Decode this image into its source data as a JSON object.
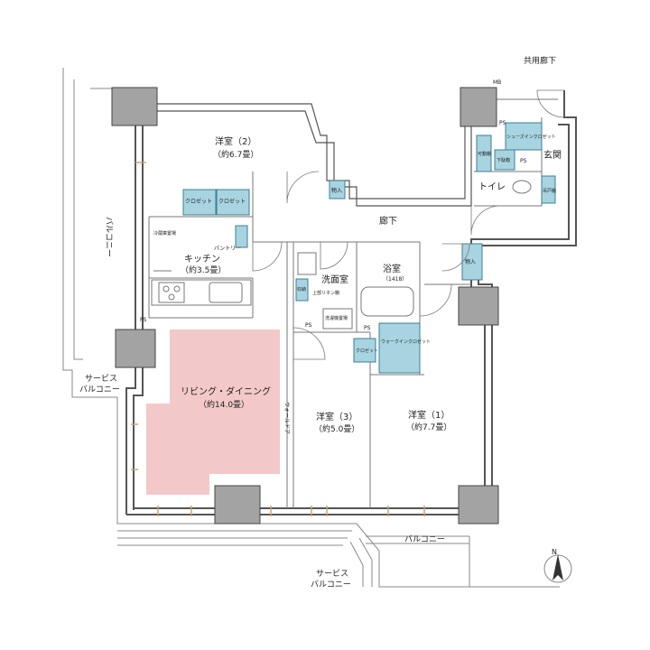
{
  "colors": {
    "living_highlight": "#f3c8c8",
    "storage_fill": "#a7d4e0",
    "pillar_fill": "#a3a3a3",
    "wall_stroke": "#555555"
  },
  "labels": {
    "shared_corridor": "共用廊下",
    "mb": "MB",
    "ps": "PS",
    "entrance": "玄関",
    "shoes_closet": "シューズインクロゼット",
    "kado_dana": "可動棚",
    "geta_dana": "下駄箱",
    "toilet": "トイレ",
    "tsuri_dana": "吊戸棚",
    "monoire": "物入",
    "corridor": "廊下",
    "western_room_2": "洋室（2）",
    "western_room_2_area": "（約6.7畳）",
    "closet_a": "クロゼット",
    "closet_b": "クロゼット",
    "fridge_space": "冷蔵庫置場",
    "pantry": "パントリー",
    "kitchen": "キッチン",
    "kitchen_area": "（約3.5畳）",
    "balcony_west": "バルコニー",
    "service_balcony_west_1": "サービス",
    "service_balcony_west_2": "バルコニー",
    "washroom": "洗面室",
    "linen_shelf": "上部リネン棚",
    "washer_space": "洗濯機置場",
    "dry_storage": "収納",
    "bathroom": "浴室",
    "bathroom_size": "（1418）",
    "walk_in_closet": "ウォークインクロゼット",
    "closet_small": "クロゼット",
    "living_dining": "リビング・ダイニング",
    "living_dining_area": "（約14.0畳）",
    "outer_door": "ウォールドア",
    "western_room_3": "洋室（3）",
    "western_room_3_area": "（約5.0畳）",
    "western_room_1": "洋室（1）",
    "western_room_1_area": "（約7.7畳）",
    "balcony_south": "バルコニー",
    "service_balcony_south_1": "サービス",
    "service_balcony_south_2": "バルコニー",
    "north": "N"
  },
  "icons": {
    "compass": "north-compass-icon"
  }
}
